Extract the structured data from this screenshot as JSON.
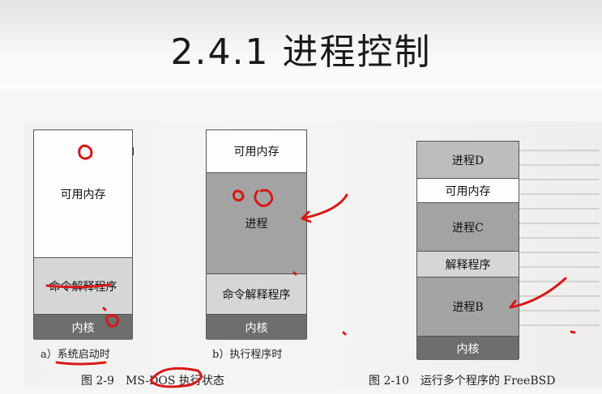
{
  "title": "2.4.1 进程控制",
  "fig29": {
    "a": {
      "blocks": [
        "可用内存",
        "命令解释程序",
        "内核"
      ],
      "caption": "a）系统启动时"
    },
    "b": {
      "blocks": [
        "可用内存",
        "进程",
        "命令解释程序",
        "内核"
      ],
      "caption": "b）执行程序时"
    },
    "caption": "图 2-9　MS-DOS 执行状态"
  },
  "fig210": {
    "blocks": [
      "进程D",
      "可用内存",
      "进程C",
      "解释程序",
      "进程B",
      "内核"
    ],
    "caption": "图 2-10　运行多个程序的 FreeBSD"
  },
  "annotations": {
    "handwritten": [
      "0",
      "0",
      "0"
    ],
    "ink_color": "#d81818"
  }
}
